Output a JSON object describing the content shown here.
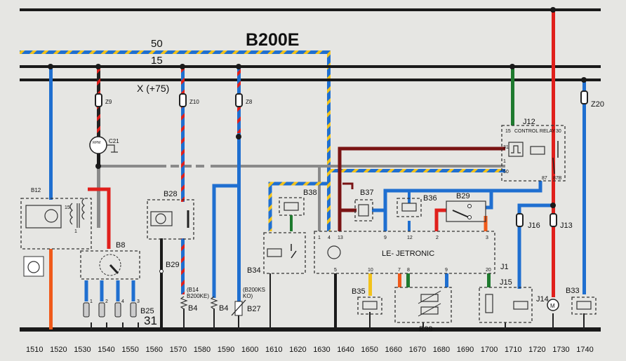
{
  "title": "B200E",
  "rails": {
    "terminal_50": "50",
    "terminal_15": "15",
    "terminal_x": "X (+75)",
    "ground": "31"
  },
  "fuses": {
    "z9": "Z9",
    "z10": "Z10",
    "z8": "Z8",
    "z20": "Z20",
    "j16": "J16",
    "j13": "J13"
  },
  "components": {
    "c21": "C21",
    "rpm": "RPM",
    "b12": "B12",
    "b8": "B8",
    "b25": "B25",
    "b28": "B28",
    "b29_left": "B29",
    "b4_a": "B4",
    "b4_b": "B4",
    "b27": "B27",
    "b14_note_1": "(B14",
    "b14_note_2": "B200KE)",
    "b27_note_1": "(B200KS",
    "b27_note_2": "KO)",
    "b38": "B38",
    "b34": "B34",
    "b37": "B37",
    "b36": "B36",
    "b29": "B29",
    "ecu": "LE- JETRONIC",
    "j1": "J1",
    "b35": "B35",
    "b39": "B39",
    "j15": "J15",
    "j14": "J14",
    "motor": "M",
    "b33": "B33",
    "j12": "J12",
    "control_relay": "CONTROL RELAY",
    "coil_pin_15": "15",
    "coil_pin_1": "1"
  },
  "spark_plugs": [
    "1",
    "2",
    "4",
    "3"
  ],
  "ecu_pins_top": [
    "1",
    "4",
    "13",
    "9",
    "12",
    "2",
    "3"
  ],
  "ecu_pins_bottom": [
    "5",
    "10",
    "7",
    "8",
    "9",
    "20"
  ],
  "relay_pins": [
    "15",
    "30",
    "31",
    "1",
    "50",
    "87",
    "87B"
  ],
  "grid_numbers": [
    "1510",
    "1520",
    "1530",
    "1540",
    "1550",
    "1560",
    "1570",
    "1580",
    "1590",
    "1600",
    "1610",
    "1620",
    "1630",
    "1640",
    "1650",
    "1660",
    "1670",
    "1680",
    "1690",
    "1700",
    "1710",
    "1720",
    "1730",
    "1740"
  ],
  "colors": {
    "black": "#1a1a1a",
    "blue": "#1f6fd0",
    "red": "#e0201c",
    "yellow": "#f2c21a",
    "grey": "#8a8a8a",
    "green": "#1e7a2e",
    "darkred": "#7a1414",
    "orange": "#f05a1a"
  }
}
